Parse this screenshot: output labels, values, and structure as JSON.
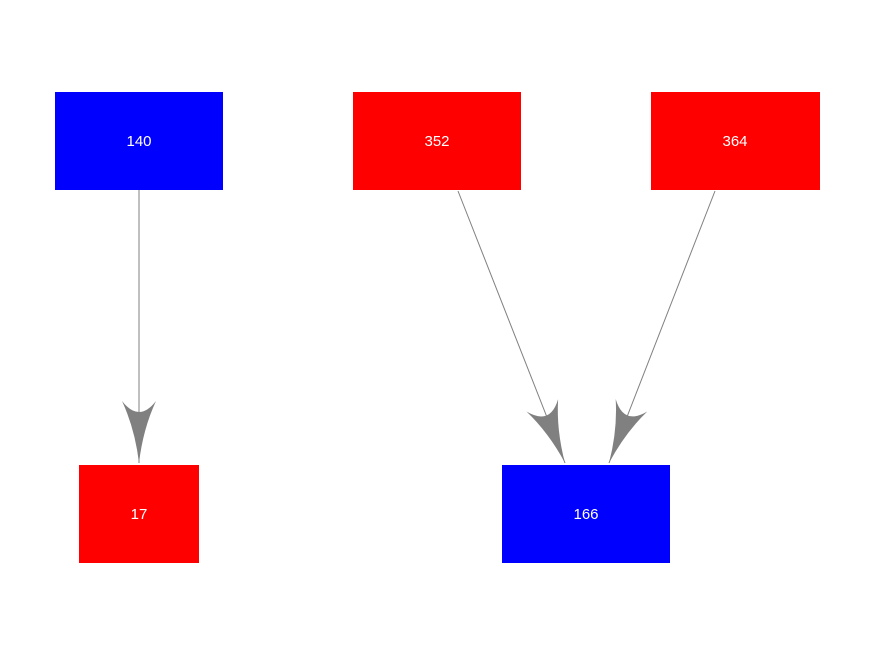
{
  "figure": {
    "background_color": "#ffffff",
    "node_label_color": "#ffffff",
    "edge_color": "#808080",
    "node_color_blue": "#0000ff",
    "node_color_red": "#ff0000"
  },
  "nodes": [
    {
      "label": "140",
      "color": "#0000ff"
    },
    {
      "label": "352",
      "color": "#ff0000"
    },
    {
      "label": "364",
      "color": "#ff0000"
    },
    {
      "label": "17",
      "color": "#ff0000"
    },
    {
      "label": "166",
      "color": "#0000ff"
    }
  ],
  "edges": [
    {
      "from": "140",
      "to": "17"
    },
    {
      "from": "352",
      "to": "166"
    },
    {
      "from": "364",
      "to": "166"
    }
  ]
}
